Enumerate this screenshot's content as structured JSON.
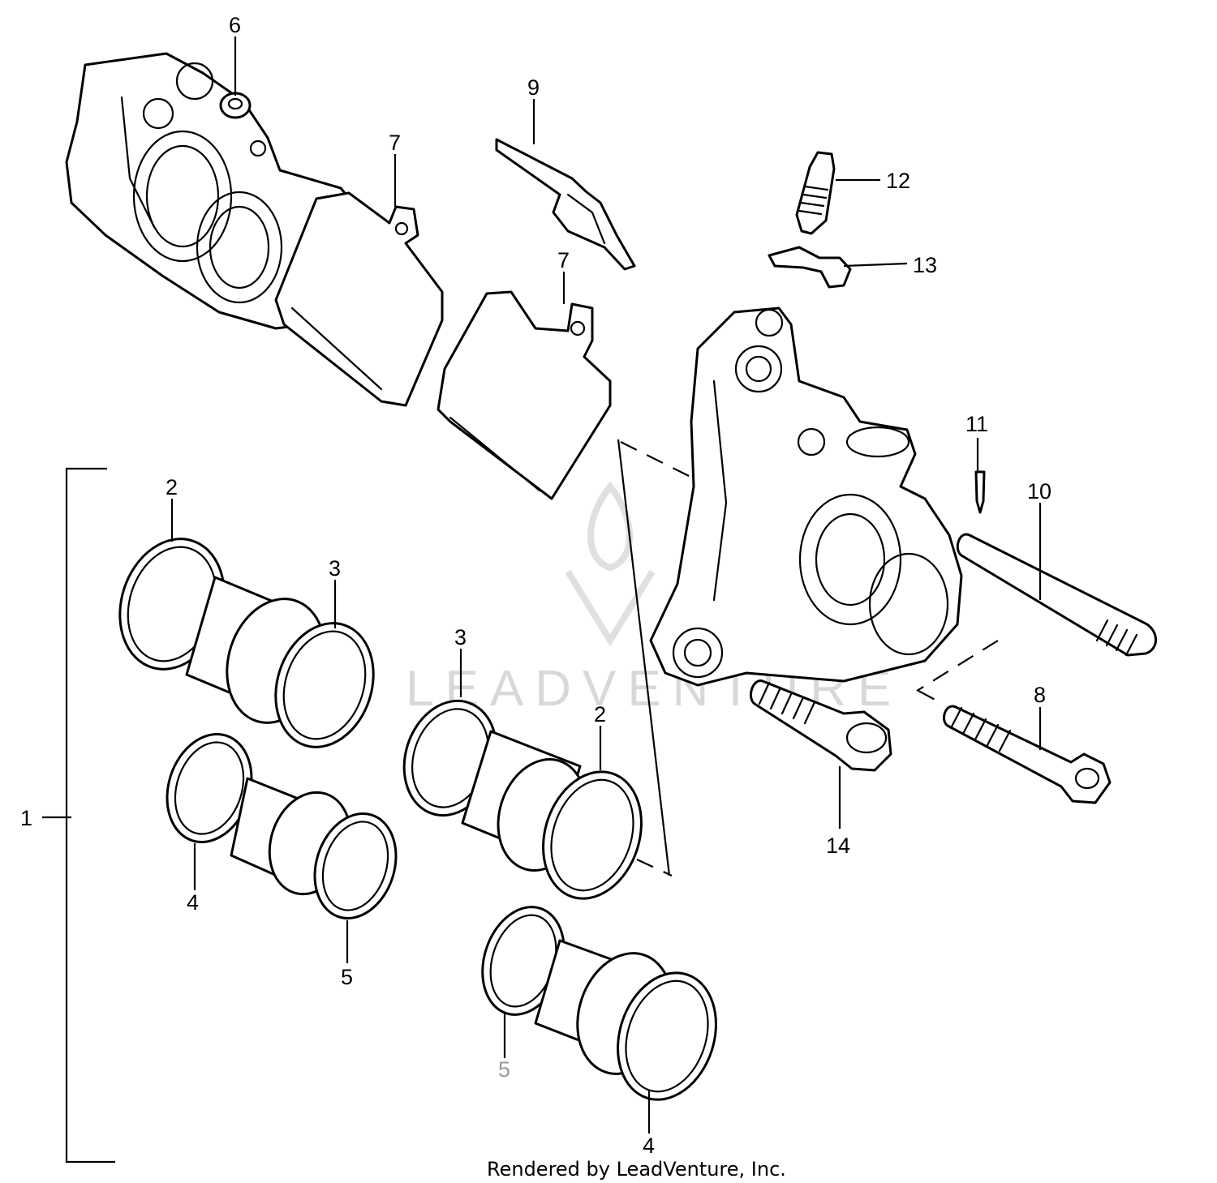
{
  "callouts": {
    "c1": "1",
    "c2a": "2",
    "c2b": "2",
    "c3a": "3",
    "c3b": "3",
    "c4a": "4",
    "c4b": "4",
    "c5a": "5",
    "c5b": "5",
    "c6": "6",
    "c7a": "7",
    "c7b": "7",
    "c8": "8",
    "c9": "9",
    "c10": "10",
    "c11": "11",
    "c12": "12",
    "c13": "13",
    "c14": "14"
  },
  "watermark": {
    "brand": "LEADVENTURE"
  },
  "footer": {
    "credit": "Rendered by LeadVenture, Inc."
  }
}
